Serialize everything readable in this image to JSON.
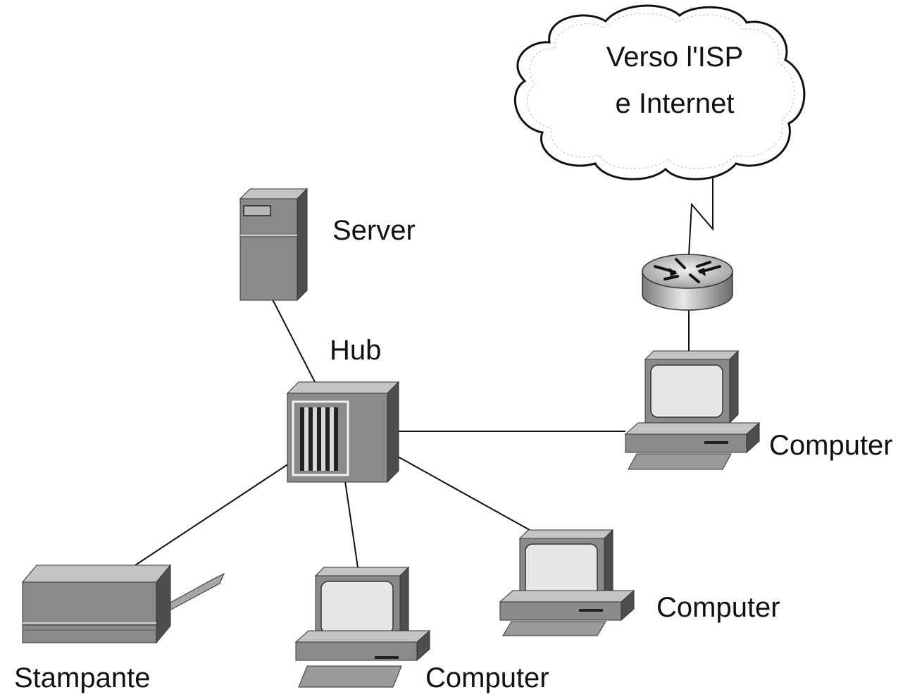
{
  "labels": {
    "cloud_line1": "Verso l'ISP",
    "cloud_line2": "e Internet",
    "server": "Server",
    "hub": "Hub",
    "computer_right": "Computer",
    "computer_middle": "Computer",
    "computer_bottom": "Computer",
    "printer": "Stampante"
  },
  "nodes": [
    {
      "id": "cloud",
      "icon": "cloud-icon"
    },
    {
      "id": "router",
      "icon": "router-icon"
    },
    {
      "id": "server",
      "icon": "server-tower-icon"
    },
    {
      "id": "hub",
      "icon": "hub-icon"
    },
    {
      "id": "computer-right",
      "icon": "desktop-computer-icon"
    },
    {
      "id": "computer-middle",
      "icon": "desktop-computer-icon"
    },
    {
      "id": "computer-bottom",
      "icon": "desktop-computer-icon"
    },
    {
      "id": "printer",
      "icon": "printer-icon"
    }
  ],
  "links": [
    {
      "from": "cloud",
      "to": "router",
      "style": "serial-zigzag"
    },
    {
      "from": "router",
      "to": "computer-right"
    },
    {
      "from": "server",
      "to": "hub"
    },
    {
      "from": "hub",
      "to": "computer-right"
    },
    {
      "from": "hub",
      "to": "printer"
    },
    {
      "from": "hub",
      "to": "computer-bottom"
    },
    {
      "from": "hub",
      "to": "computer-middle"
    }
  ],
  "colors": {
    "device_front": "#8a8a8a",
    "device_top": "#c2c2c2",
    "device_side": "#4e4e4e",
    "screen": "#e6e6e6",
    "line": "#111111"
  }
}
